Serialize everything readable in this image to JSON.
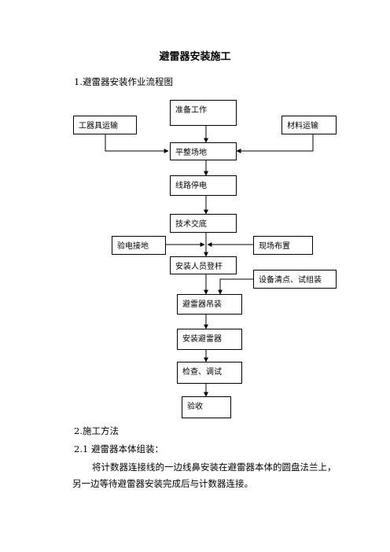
{
  "document": {
    "title": "避雷器安装施工",
    "section1_heading": "1.避雷器安装作业流程图",
    "section2_heading": "2.施工方法",
    "subsection_heading": "2.1 避雷器本体组装：",
    "paragraph_line1": "将计数器连接线的一边线鼻安装在避雷器本体的圆盘法兰上，",
    "paragraph_line2": "另一边等待避雷器安装完成后与计数器连接。"
  },
  "flowchart": {
    "prepare": "准备工作",
    "tools_transport": "工器具运输",
    "material_transport": "材料运输",
    "site_leveling": "平整场地",
    "line_outage": "线路停电",
    "tech_briefing": "技术交底",
    "grounding_check": "验电接地",
    "site_layout": "现场布置",
    "climb_pole": "安装人员登杆",
    "equipment_check": "设备清点、试组装",
    "arrester_lifting": "避雷器吊装",
    "install_arrester": "安装避雷器",
    "inspect_test": "检查、调试",
    "acceptance": "验收"
  }
}
